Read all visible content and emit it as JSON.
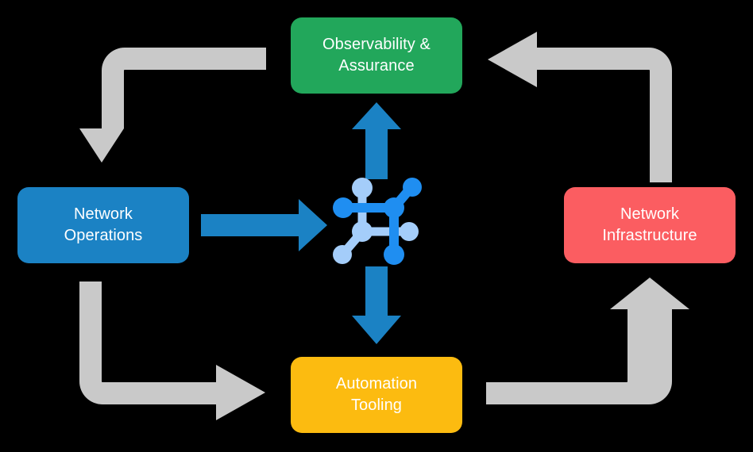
{
  "diagram": {
    "title": "Network automation lifecycle loop",
    "background_color": "#000000",
    "center_icon": {
      "name": "network-mesh-icon",
      "primary_color": "#1f8ef1",
      "secondary_color": "#a4cdfa"
    },
    "nodes": [
      {
        "id": "observability",
        "label_line1": "Observability &",
        "label_line2": "Assurance",
        "color": "#22a75b",
        "text_color": "#ffffff"
      },
      {
        "id": "operations",
        "label_line1": "Network",
        "label_line2": "Operations",
        "color": "#1b82c4",
        "text_color": "#ffffff"
      },
      {
        "id": "infrastructure",
        "label_line1": "Network",
        "label_line2": "Infrastructure",
        "color": "#fb5d61",
        "text_color": "#ffffff"
      },
      {
        "id": "automation",
        "label_line1": "Automation",
        "label_line2": "Tooling",
        "color": "#fcbb10",
        "text_color": "#ffffff"
      }
    ],
    "connectors": {
      "accent_color": "#1b82c4",
      "loop_color": "#c9c9c9",
      "arrows": [
        {
          "id": "operations-to-center",
          "direction": "right",
          "style": "accent"
        },
        {
          "id": "center-to-observability",
          "direction": "up",
          "style": "accent"
        },
        {
          "id": "center-to-automation",
          "direction": "down",
          "style": "accent"
        },
        {
          "id": "observability-to-operations",
          "direction": "down",
          "style": "loop"
        },
        {
          "id": "infrastructure-to-observability",
          "direction": "left",
          "style": "loop"
        },
        {
          "id": "operations-to-automation",
          "direction": "right",
          "style": "loop"
        },
        {
          "id": "automation-to-infrastructure",
          "direction": "up",
          "style": "loop"
        }
      ]
    }
  }
}
